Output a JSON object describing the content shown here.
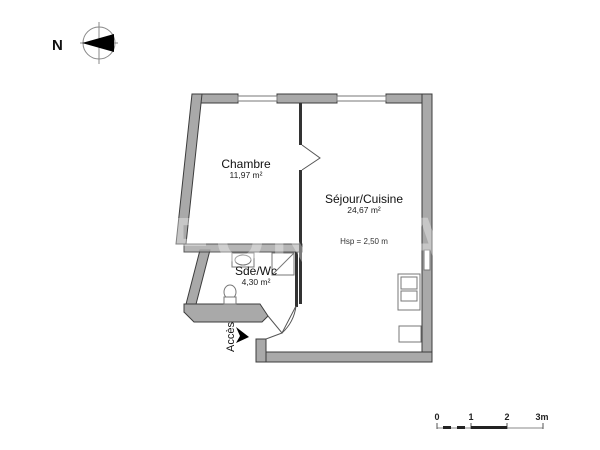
{
  "plan": {
    "compass": {
      "label": "N",
      "icon": "north-arrow-icon"
    },
    "rooms": [
      {
        "name": "Chambre",
        "area": "11,97 m²"
      },
      {
        "name": "Séjour/Cuisine",
        "area": "24,67 m²",
        "ceiling_height": "Hsp = 2,50 m"
      },
      {
        "name": "Sde/Wc",
        "area": "4,30 m²"
      }
    ],
    "entrance": {
      "label": "Accès",
      "icon": "entrance-arrow-icon"
    },
    "scale_bar": {
      "ticks": [
        "0",
        "1",
        "2",
        "3m"
      ]
    },
    "watermark": "FONCIA",
    "colors": {
      "wall": "#a9a9a9",
      "wall_outline": "#3c3c3c",
      "background": "#ffffff"
    }
  }
}
